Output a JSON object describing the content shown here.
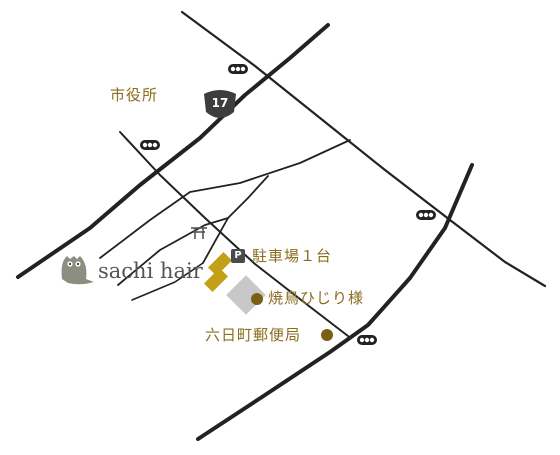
{
  "colors": {
    "road": "#222222",
    "label": "#8a6d1e",
    "shop": "#c4a018",
    "marker": "#7d5f14",
    "target_square": "#c8c8c8",
    "route_badge": "#3d3d3d",
    "parking_badge": "#4a4a4a",
    "owl": "#8a8f80",
    "brand_text": "#555555"
  },
  "labels": {
    "city_hall": "市役所",
    "parking": "駐車場１台",
    "yakitori": "焼鳥ひじり様",
    "post_office": "六日町郵便局",
    "brand": "sachi hair"
  },
  "route_shield": {
    "number": "17"
  },
  "parking_sign": {
    "letter": "P"
  },
  "icons": {
    "logo": "owl-icon",
    "shrine": "torii-icon",
    "traffic_signal": "traffic-light-icon",
    "route_shield": "route-shield-icon",
    "parking": "parking-icon",
    "marker": "location-dot-icon"
  }
}
